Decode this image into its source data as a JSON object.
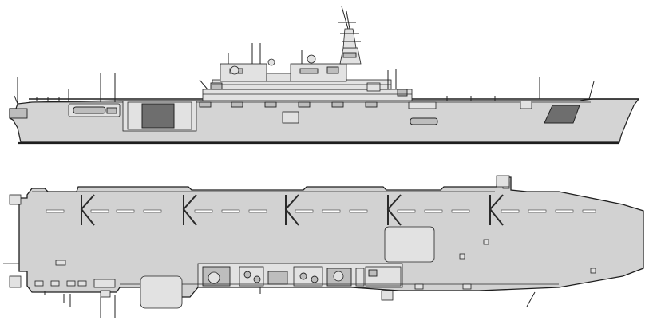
{
  "figure": {
    "views": [
      "profile",
      "plan"
    ],
    "palette": {
      "background": "#ffffff",
      "hull_fill": "#d4d4d4",
      "deck_fill": "#d2d2d2",
      "shadow_fill": "#6e6e6e",
      "line_color": "#1e1e1e"
    },
    "deck_centerline_marks": 23,
    "plan_spots_chevrons": 5
  }
}
